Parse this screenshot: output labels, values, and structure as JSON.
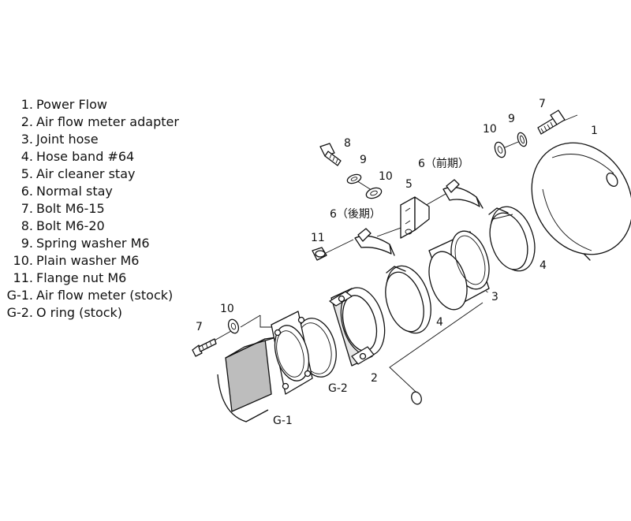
{
  "parts_list": [
    {
      "num": "1.",
      "name": "Power Flow"
    },
    {
      "num": "2.",
      "name": "Air flow meter adapter"
    },
    {
      "num": "3.",
      "name": "Joint hose"
    },
    {
      "num": "4.",
      "name": "Hose band #64"
    },
    {
      "num": "5.",
      "name": "Air cleaner stay"
    },
    {
      "num": "6.",
      "name": "Normal stay"
    },
    {
      "num": "7.",
      "name": "Bolt M6-15"
    },
    {
      "num": "8.",
      "name": "Bolt M6-20"
    },
    {
      "num": "9.",
      "name": "Spring washer M6"
    },
    {
      "num": "10.",
      "name": "Plain washer M6"
    },
    {
      "num": "11.",
      "name": "Flange nut M6"
    },
    {
      "num": "G-1.",
      "name": "Air flow meter (stock)"
    },
    {
      "num": "G-2.",
      "name": "O ring (stock)"
    }
  ],
  "callouts": {
    "c7_top": "7",
    "c9_top": "9",
    "c10_top": "10",
    "c1": "1",
    "c8": "8",
    "c9_left": "9",
    "c10_left": "10",
    "c6_front": "6（前期）",
    "c5": "5",
    "c6_rear": "6（後期）",
    "c11": "11",
    "c4_right": "4",
    "c3": "3",
    "c4_mid": "4",
    "c10_bottom": "10",
    "c7_bottom": "7",
    "c2": "2",
    "cG2": "G-2",
    "cG1": "G-1"
  }
}
